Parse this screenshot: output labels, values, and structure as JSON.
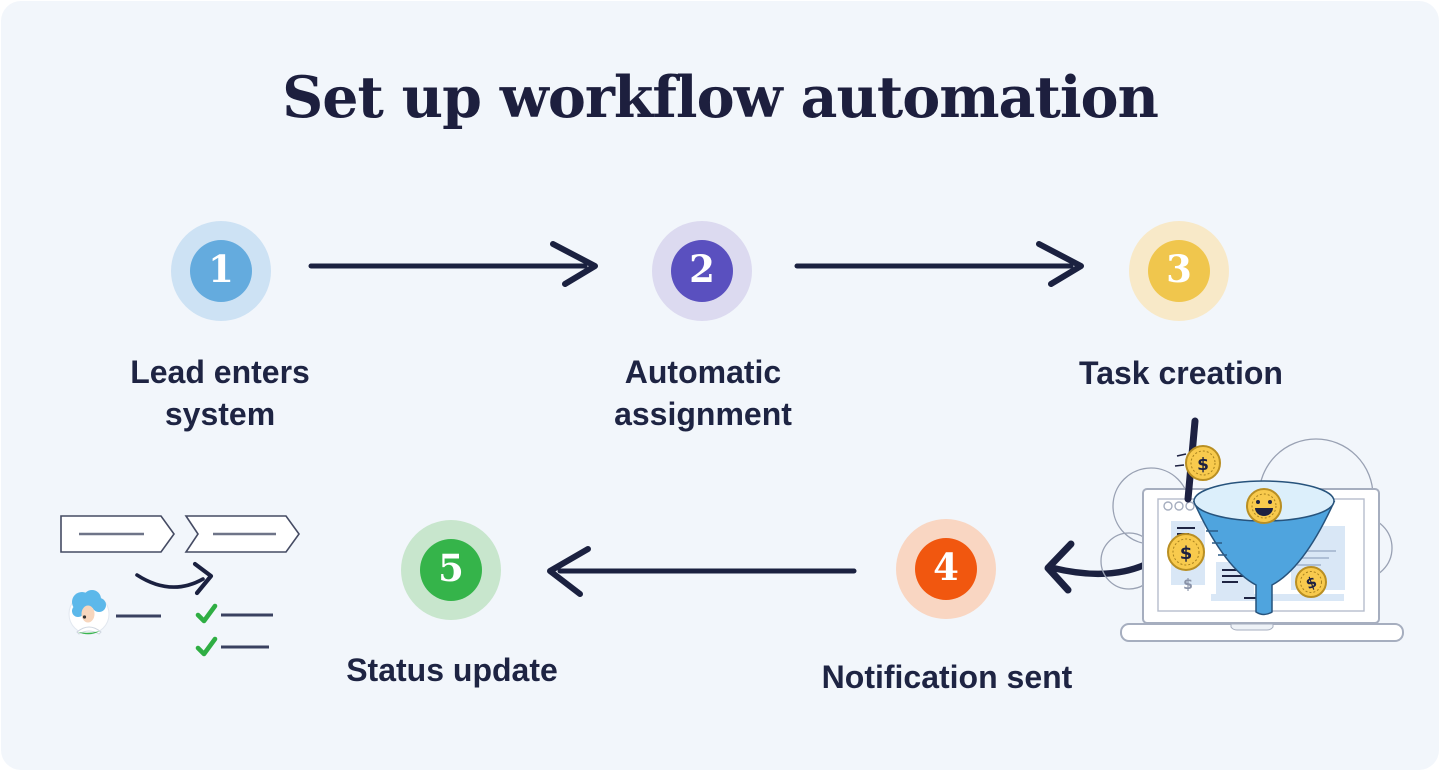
{
  "title": "Set up workflow automation",
  "steps": [
    {
      "number": "1",
      "label": "Lead enters\nsystem",
      "badge_color": "#64abde",
      "halo_color": "#cde2f4"
    },
    {
      "number": "2",
      "label": "Automatic\nassignment",
      "badge_color": "#5a50bf",
      "halo_color": "#dcdaf0"
    },
    {
      "number": "3",
      "label": "Task creation",
      "badge_color": "#f0c64d",
      "halo_color": "#f8e9c8"
    },
    {
      "number": "4",
      "label": "Notification sent",
      "badge_color": "#f1570f",
      "halo_color": "#f9d6c2"
    },
    {
      "number": "5",
      "label": "Status update",
      "badge_color": "#35b44a",
      "halo_color": "#c8e6cd"
    }
  ],
  "colors": {
    "background": "#f2f6fb",
    "text": "#1e2443",
    "arrow": "#1b2140",
    "coin_gold": "#f8ca4d",
    "funnel_blue": "#4fa4de",
    "check_green": "#2fae43"
  },
  "illustrations": {
    "coin_symbol": "$",
    "funnel_laptop_alt": "sales funnel with coins over laptop",
    "checklist_alt": "workflow banners, avatar and completed checklist"
  }
}
